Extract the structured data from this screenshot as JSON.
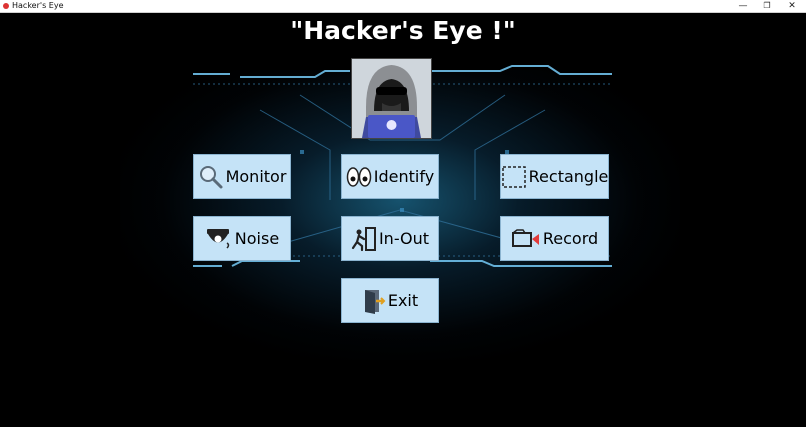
{
  "window": {
    "title": "Hacker's Eye",
    "controls": {
      "minimize": "—",
      "maximize": "❐",
      "close": "✕"
    }
  },
  "heading": "\"Hacker's Eye !\"",
  "buttons": {
    "monitor": "Monitor",
    "identify": "Identify",
    "rectangle": "Rectangle",
    "noise": "Noise",
    "in_out": "In-Out",
    "record": "Record",
    "exit": "Exit"
  },
  "icons": {
    "avatar": "hooded-hacker-icon",
    "monitor": "magnifier-icon",
    "identify": "eyes-icon",
    "rectangle": "dashed-rectangle-icon",
    "noise": "security-camera-icon",
    "in_out": "person-door-icon",
    "record": "video-camera-icon",
    "exit": "exit-door-icon"
  },
  "colors": {
    "button_bg": "#c5e3f7",
    "accent": "#5fb8e6",
    "background": "#000000"
  }
}
